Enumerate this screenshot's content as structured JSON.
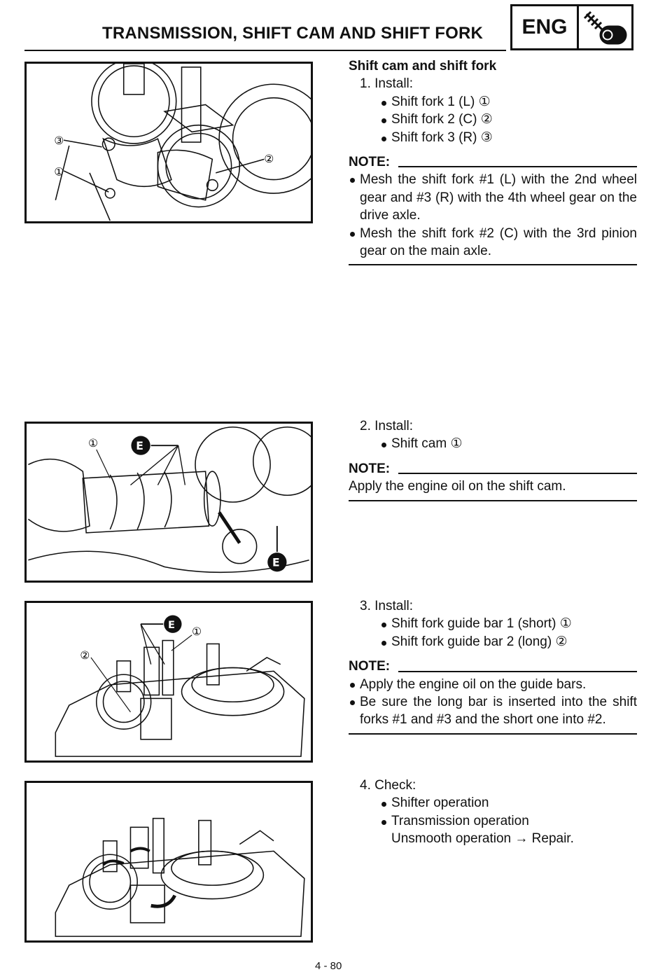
{
  "header": {
    "title": "TRANSMISSION, SHIFT CAM AND SHIFT FORK",
    "badge": "ENG",
    "badge_icon": "engine-wrench-icon"
  },
  "page_number": "4 - 80",
  "fig1": {
    "callouts": [
      "③",
      "①",
      "②"
    ]
  },
  "fig2": {
    "callouts": [
      "①",
      "E",
      "E"
    ]
  },
  "fig3": {
    "callouts": [
      "E",
      "①",
      "②"
    ]
  },
  "section1": {
    "heading": "Shift cam and shift fork",
    "step": "1.  Install:",
    "items": [
      "Shift fork 1 (L) ①",
      "Shift fork 2 (C) ②",
      "Shift fork 3 (R) ③"
    ],
    "note_label": "NOTE:",
    "notes": [
      "Mesh the shift fork #1 (L) with the 2nd wheel gear and #3 (R) with the 4th wheel gear on the drive axle.",
      "Mesh the shift fork #2 (C) with the 3rd pinion gear on the main axle."
    ]
  },
  "section2": {
    "step": "2.  Install:",
    "items": [
      "Shift cam ①"
    ],
    "note_label": "NOTE:",
    "note_text": "Apply the engine oil on the shift cam."
  },
  "section3": {
    "step": "3.  Install:",
    "items": [
      "Shift fork guide bar 1 (short) ①",
      "Shift fork guide bar 2 (long) ②"
    ],
    "note_label": "NOTE:",
    "notes": [
      "Apply the engine oil on the guide bars.",
      "Be sure the long bar is inserted into the shift forks #1 and #3 and the short one into #2."
    ]
  },
  "section4": {
    "step": "4.  Check:",
    "items": [
      "Shifter operation",
      "Transmission operation"
    ],
    "sub_text": "Unsmooth operation → Repair."
  }
}
